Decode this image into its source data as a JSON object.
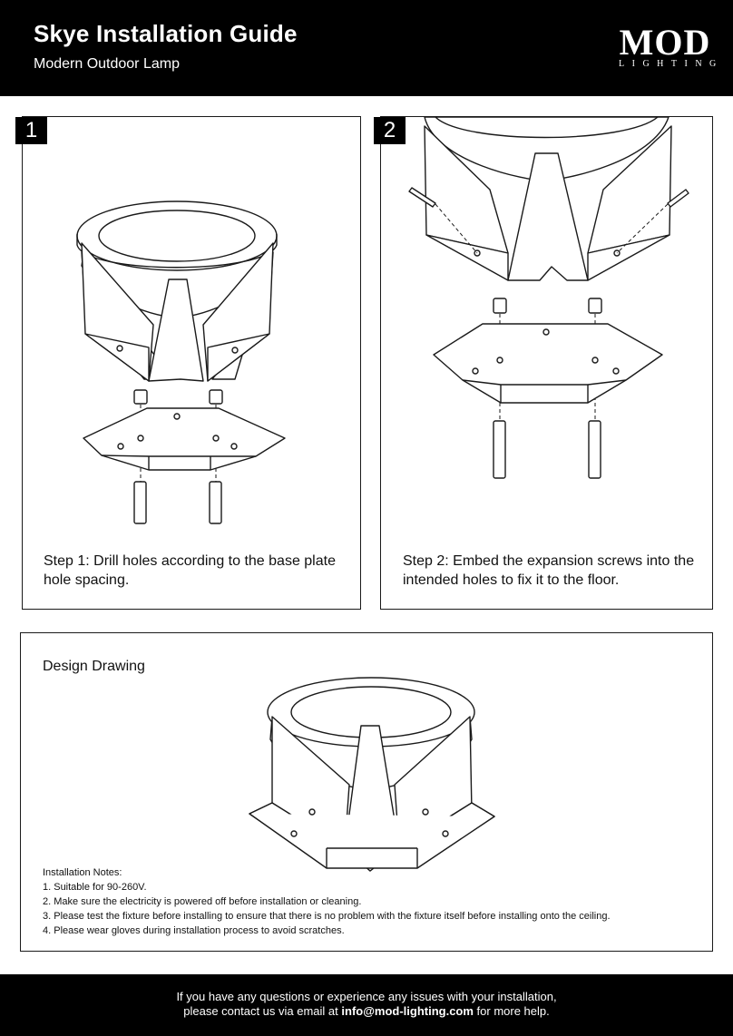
{
  "header": {
    "title": "Skye Installation Guide",
    "subtitle": "Modern Outdoor Lamp",
    "logo_main": "MOD",
    "logo_sub": "LIGHTING"
  },
  "steps": [
    {
      "number": "1",
      "prefix": "Step 1",
      "text": ": Drill holes according to the base plate hole spacing."
    },
    {
      "number": "2",
      "prefix": "Step 2",
      "text": ": Embed the expansion screws into the intended holes to fix it to the floor."
    }
  ],
  "design": {
    "title": "Design Drawing",
    "notes_title": "Installation Notes:",
    "notes": [
      "1. Suitable for 90-260V.",
      "2. Make sure the electricity is powered off before installation or cleaning.",
      "3. Please test the fixture before installing to ensure that there is no problem with the fixture itself before installing onto the ceiling.",
      "4. Please wear gloves during installation process to avoid scratches."
    ]
  },
  "footer": {
    "line1": "If you have any questions or experience any issues with your installation,",
    "line2_pre": "please contact us via email at ",
    "email": "info@mod-lighting.com",
    "line2_post": " for more help."
  },
  "colors": {
    "header_bg": "#000000",
    "text": "#111111",
    "panel_border": "#1a1a1a"
  }
}
